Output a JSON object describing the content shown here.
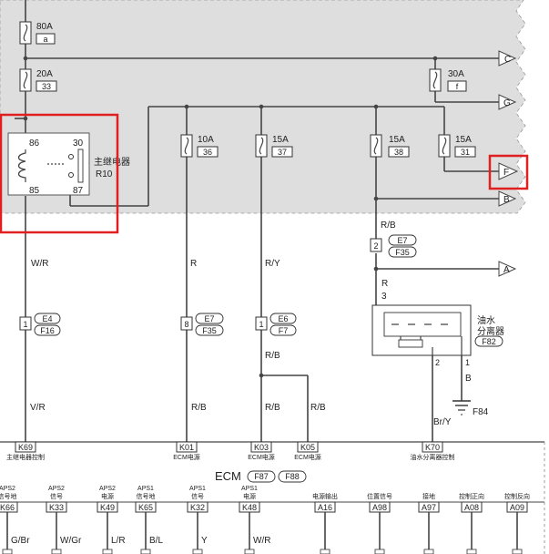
{
  "fuses": [
    {
      "rating": "80A",
      "id": "a"
    },
    {
      "rating": "20A",
      "id": "33"
    },
    {
      "rating": "30A",
      "id": "f"
    },
    {
      "rating": "10A",
      "id": "36"
    },
    {
      "rating": "15A",
      "id": "37"
    },
    {
      "rating": "15A",
      "id": "38"
    },
    {
      "rating": "15A",
      "id": "31"
    }
  ],
  "arrows": [
    "C",
    "G",
    "F",
    "B",
    "A"
  ],
  "relay": {
    "pins": [
      "86",
      "30",
      "85",
      "87"
    ],
    "name": "主继电器",
    "code": "R10"
  },
  "wire_labels": {
    "w1": "W/R",
    "w2": "R",
    "w3": "R/Y",
    "w4": "R/B",
    "w5": "R",
    "w6": "3",
    "w7": "V/R",
    "w8": "R/B",
    "w9": "R/B",
    "w10": "R/B",
    "w11": "R/B",
    "w12": "Br/Y",
    "w13": "B",
    "p2": "2",
    "p1": "1"
  },
  "connectors": {
    "c1": {
      "num": "1",
      "a": "E4",
      "b": "F16"
    },
    "c2": {
      "num": "8",
      "a": "E7",
      "b": "F35"
    },
    "c3": {
      "num": "1",
      "a": "E6",
      "b": "F7"
    },
    "c4": {
      "num": "2",
      "a": "E7",
      "b": "F35"
    }
  },
  "separator": {
    "line1": "油水",
    "line2": "分离器",
    "code": "F82"
  },
  "ground": "F84",
  "pins_top": [
    {
      "code": "K69",
      "desc": "主继电器控制"
    },
    {
      "code": "K01",
      "desc": "ECM电源"
    },
    {
      "code": "K03",
      "desc": "ECM电源"
    },
    {
      "code": "K05",
      "desc": "ECM电源"
    },
    {
      "code": "K70",
      "desc": "油水分离器控制"
    }
  ],
  "ecm": {
    "label": "ECM",
    "c1": "F87",
    "c2": "F88"
  },
  "pins_bottom": [
    {
      "code": "K66",
      "l1": "APS2",
      "l2": "信号地",
      "wire": "G/Br"
    },
    {
      "code": "K33",
      "l1": "APS2",
      "l2": "信号",
      "wire": "W/Gr"
    },
    {
      "code": "K49",
      "l1": "APS2",
      "l2": "电源",
      "wire": "L/R"
    },
    {
      "code": "K65",
      "l1": "APS1",
      "l2": "信号地",
      "wire": "B/L"
    },
    {
      "code": "K32",
      "l1": "APS1",
      "l2": "信号",
      "wire": "Y"
    },
    {
      "code": "K48",
      "l1": "APS1",
      "l2": "电源",
      "wire": "W/R"
    },
    {
      "code": "A16",
      "l1": "电源输出",
      "l2": "",
      "wire": ""
    },
    {
      "code": "A98",
      "l1": "位置信号",
      "l2": "",
      "wire": ""
    },
    {
      "code": "A97",
      "l1": "接地",
      "l2": "",
      "wire": ""
    },
    {
      "code": "A08",
      "l1": "控制正向",
      "l2": "",
      "wire": ""
    },
    {
      "code": "A09",
      "l1": "控制反向",
      "l2": "",
      "wire": ""
    }
  ],
  "colors": {
    "fuse_box": "#dedede",
    "highlight": "#e02020",
    "wire": "#444444"
  }
}
